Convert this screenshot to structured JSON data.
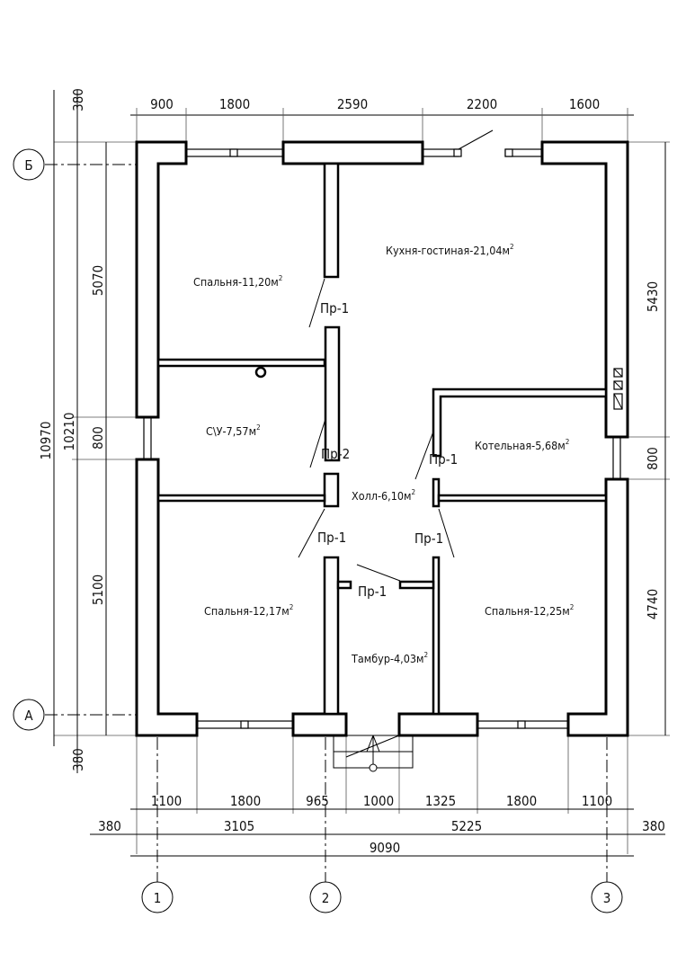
{
  "title": "План этажа",
  "top_dims": {
    "overhang": "380",
    "segments": [
      "900",
      "1800",
      "2590",
      "2200",
      "1600"
    ]
  },
  "left_dims": {
    "total_outer": "10970",
    "total_axes": "10210",
    "segments": [
      "5070",
      "800",
      "5100"
    ],
    "overhang_bottom": "380"
  },
  "right_dims": {
    "segments": [
      "5430",
      "800",
      "4740"
    ]
  },
  "bottom_dims": {
    "row1": [
      "1100",
      "1800",
      "965",
      "1000",
      "1325",
      "1800",
      "1100"
    ],
    "row2": {
      "left_overhang": "380",
      "span_1_2": "3105",
      "span_2_3": "5225",
      "right_overhang": "380"
    },
    "total": "9090"
  },
  "axes": {
    "rows": [
      "Б",
      "А"
    ],
    "cols": [
      "1",
      "2",
      "3"
    ]
  },
  "rooms": [
    {
      "name": "Спальня-11,20м",
      "sup": "2"
    },
    {
      "name": "Кухня-гостиная-21,04м",
      "sup": "2"
    },
    {
      "name": "С\\У-7,57м",
      "sup": "2"
    },
    {
      "name": "Котельная-5,68м",
      "sup": "2"
    },
    {
      "name": "Холл-6,10м",
      "sup": "2"
    },
    {
      "name": "Спальня-12,17м",
      "sup": "2"
    },
    {
      "name": "Спальня-12,25м",
      "sup": "2"
    },
    {
      "name": "Тамбур-4,03м",
      "sup": "2"
    }
  ],
  "doors": [
    "Пр-1",
    "Пр-2",
    "Пр-1",
    "Пр-1",
    "Пр-1",
    "Пр-1"
  ]
}
